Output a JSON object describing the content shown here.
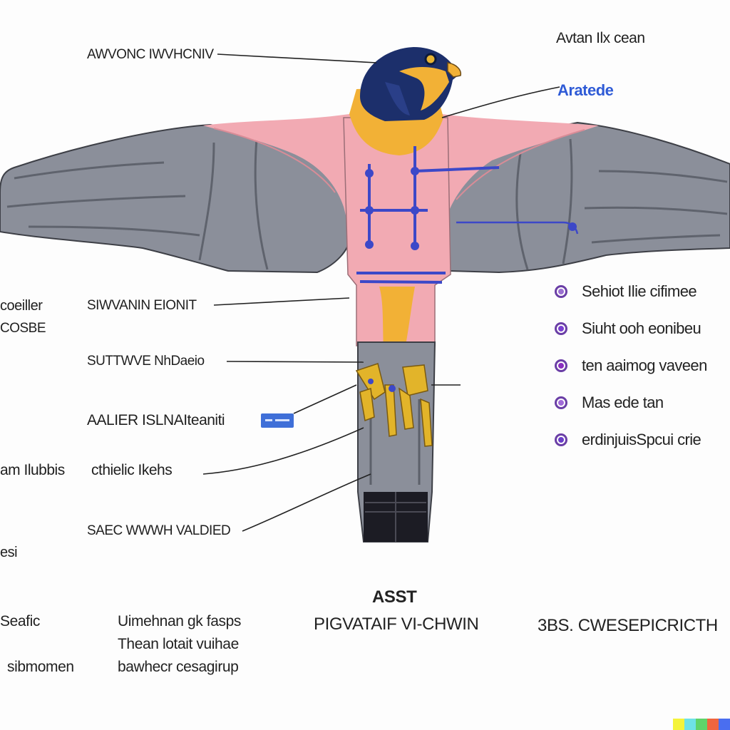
{
  "top_right_label": "Avtan Ilx cean",
  "labels_left": [
    {
      "id": "head",
      "text": "AWVONC IWVHCNIV"
    },
    {
      "id": "body",
      "text": "SIWVANIN EIONIT"
    },
    {
      "id": "thigh",
      "text": "SUTTWVE NhDaeio"
    },
    {
      "id": "leg",
      "text": "AALIER ISLNAIteaniti"
    },
    {
      "id": "foot",
      "text": "cthielic Ikehs"
    },
    {
      "id": "talon",
      "text": "SAEC WWWH VALDIED"
    }
  ],
  "beak_label": "Aratede",
  "edge_fragments": [
    {
      "id": "frag1",
      "text": "coeiller"
    },
    {
      "id": "frag2",
      "text": "COSBE"
    },
    {
      "id": "frag3",
      "text": "am Ilubbis"
    },
    {
      "id": "frag4",
      "text": "esi"
    }
  ],
  "legend": [
    {
      "text": "Sehiot Ilie cifimee",
      "color": "#9a6fd0"
    },
    {
      "text": "Siuht ooh eonibeu",
      "color": "#7a3fd0"
    },
    {
      "text": "ten aaimog vaveen",
      "color": "#8a2ec0"
    },
    {
      "text": "Mas ede tan",
      "color": "#a06ad8"
    },
    {
      "text": "erdinjuisSpcui crie",
      "color": "#6a3ec8"
    }
  ],
  "bottom": {
    "left_fragments": [
      "Seafic",
      "sibmomen"
    ],
    "col1": [
      "Uimehnan gk fasps",
      "Thean lotait vuihae",
      "bawhecr cesagirup"
    ],
    "center_title": "ASST",
    "center_subtitle": "PIGVATAIF VI-CHWIN",
    "right": "3BS. CWESEPICRICTH"
  },
  "colors": {
    "wing_gray": "#8a8e99",
    "wing_dark": "#5d616c",
    "body_pink": "#f2aab3",
    "head_navy": "#1c2f6b",
    "orange": "#f2b136",
    "accent_blue": "#3c48c8"
  }
}
